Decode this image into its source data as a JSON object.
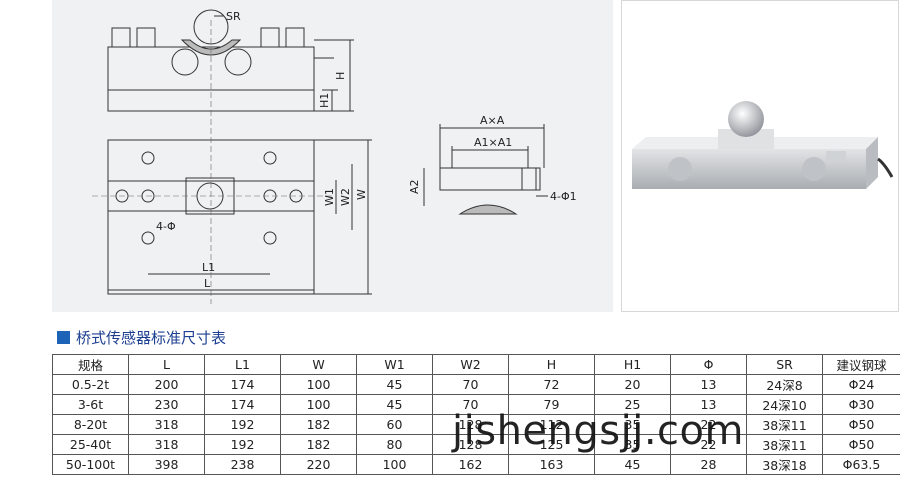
{
  "drawing": {
    "labels": {
      "sr": "SR",
      "h": "H",
      "h1": "H1",
      "axa": "A×A",
      "a1xa1": "A1×A1",
      "a2": "A2",
      "four_phi1": "4-Φ1",
      "four_phi": "4-Φ",
      "w1": "W1",
      "w2": "W2",
      "w": "W",
      "l1": "L1",
      "l": "L"
    }
  },
  "photo": {
    "icon": "bridge-load-cell-photo"
  },
  "section": {
    "title": "桥式传感器标准尺寸表",
    "accent_color": "#1d63b7"
  },
  "table": {
    "headers": [
      "规格",
      "L",
      "L1",
      "W",
      "W1",
      "W2",
      "H",
      "H1",
      "Φ",
      "SR",
      "建议钢球"
    ],
    "rows": [
      [
        "0.5-2t",
        "200",
        "174",
        "100",
        "45",
        "70",
        "72",
        "20",
        "13",
        "24深8",
        "Φ24"
      ],
      [
        "3-6t",
        "230",
        "174",
        "100",
        "45",
        "70",
        "79",
        "25",
        "13",
        "24深10",
        "Φ30"
      ],
      [
        "8-20t",
        "318",
        "192",
        "182",
        "60",
        "128",
        "112",
        "35",
        "22",
        "38深11",
        "Φ50"
      ],
      [
        "25-40t",
        "318",
        "192",
        "182",
        "80",
        "128",
        "125",
        "35",
        "22",
        "38深11",
        "Φ50"
      ],
      [
        "50-100t",
        "398",
        "238",
        "220",
        "100",
        "162",
        "163",
        "45",
        "28",
        "38深18",
        "Φ63.5"
      ]
    ]
  },
  "watermark": "jishengsjj.com"
}
